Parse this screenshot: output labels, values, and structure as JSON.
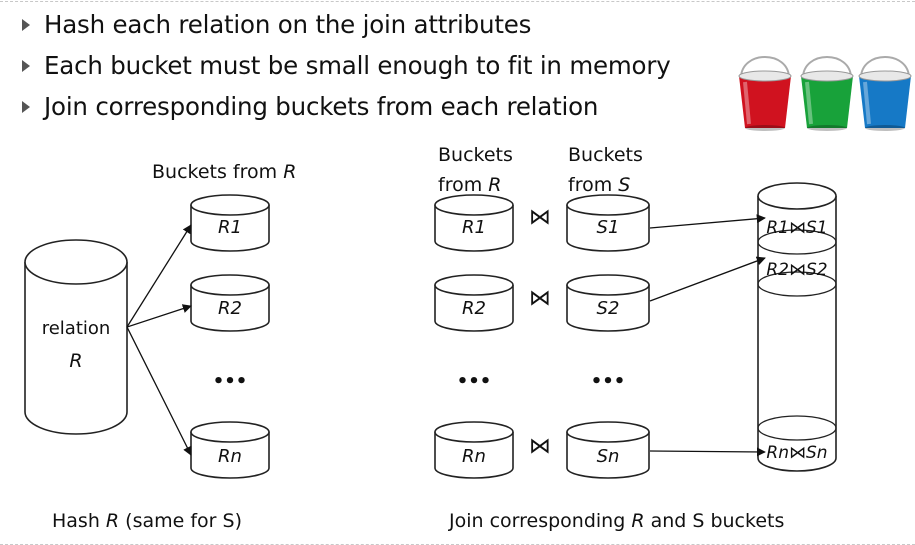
{
  "bullets": [
    "Hash each relation on the join attributes",
    "Each bucket must be small enough to fit in memory",
    "Join corresponding buckets from each relation"
  ],
  "left": {
    "relation_label_1": "relation",
    "relation_label_2": "R",
    "heading_prefix": "Buckets from ",
    "heading_var": "R",
    "buckets": [
      "R1",
      "R2",
      "Rn"
    ],
    "ellipsis": "•••",
    "caption_1": "Hash ",
    "caption_var": "R",
    "caption_2": " (same for S)"
  },
  "right": {
    "heading_r_1": "Buckets",
    "heading_r_2_prefix": "from ",
    "heading_r_2_var": "R",
    "heading_s_1": "Buckets",
    "heading_s_2_prefix": "from ",
    "heading_s_2_var": "S",
    "r_buckets": [
      "R1",
      "R2",
      "Rn"
    ],
    "s_buckets": [
      "S1",
      "S2",
      "Sn"
    ],
    "join_symbol": "⋈",
    "ellipsis": "•••",
    "results": [
      {
        "left": "R1",
        "right": "S1"
      },
      {
        "left": "R2",
        "right": "S2"
      },
      {
        "left": "Rn",
        "right": "Sn"
      }
    ],
    "caption_1": "Join corresponding ",
    "caption_var": "R",
    "caption_2": " and S buckets"
  },
  "pails": [
    {
      "name": "red-bucket-icon",
      "color": "#d0121f"
    },
    {
      "name": "green-bucket-icon",
      "color": "#18a23a"
    },
    {
      "name": "blue-bucket-icon",
      "color": "#1679c6"
    }
  ]
}
